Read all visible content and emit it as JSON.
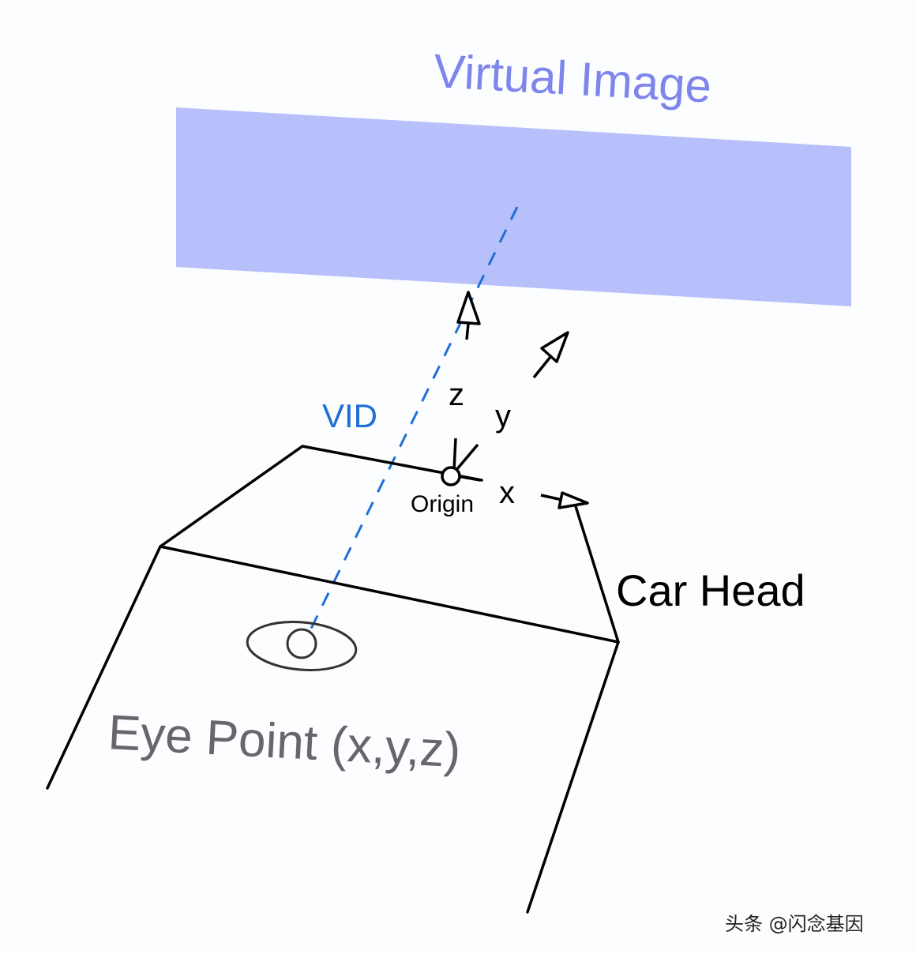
{
  "diagram": {
    "title_label": "Virtual Image",
    "vid_label": "VID",
    "origin_label": "Origin",
    "axes": {
      "z": "z",
      "y": "y",
      "x": "x"
    },
    "car_head_label": "Car Head",
    "eye_point_label": "Eye Point (x,y,z)",
    "colors": {
      "background": "#fcfdff",
      "virtual_image_fill": "#b7c0fa",
      "virtual_image_text": "#7e86ec",
      "vid": "#1f6fd6",
      "lines": "#000000",
      "eye_text": "#66666b"
    }
  },
  "watermark": {
    "text": "头条 @闪念基因"
  }
}
